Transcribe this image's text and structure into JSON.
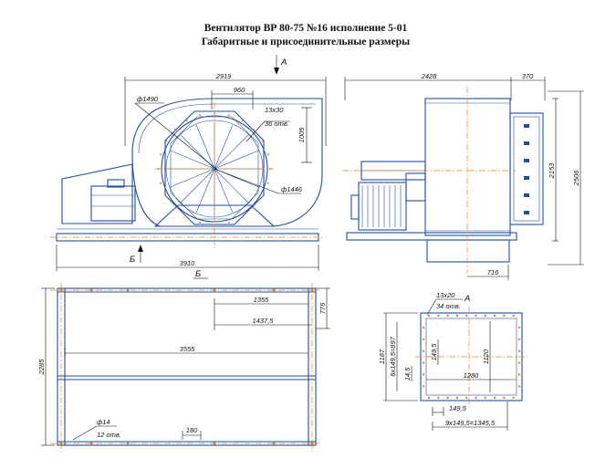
{
  "title": {
    "line1": "Вентилятор ВР 80-75 №16 исполнение 5-01",
    "line2": "Габаритные и присоединительные размеры"
  },
  "view_marks": {
    "a_top": "А",
    "b_side": "Б",
    "b_plan": "Б",
    "a_flange": "А"
  },
  "front_view": {
    "width_total": "2919",
    "width_inlet": "960",
    "hole_size": "13х30",
    "hole_count": "36 отв.",
    "inlet_height": "1005",
    "dia_outer": "ф1490",
    "dia_inner": "ф1446",
    "base_length": "3910"
  },
  "side_view": {
    "width_main": "2428",
    "width_flange": "370",
    "height_inner": "2153",
    "height_total": "2506",
    "offset_bottom": "716"
  },
  "plan_view": {
    "width_total": "2285",
    "dim_1355": "1355",
    "dim_1437": "1437,5",
    "dim_776": "776",
    "dim_3555": "3555",
    "dim_180": "180",
    "hole_dia": "ф14",
    "hole_count": "12 отв."
  },
  "flange_view": {
    "hole_size": "13х20",
    "hole_count": "34 отв.",
    "height_1187": "1187",
    "series_vertical": "6х149,5=897",
    "pitch_v": "149,5",
    "pitch_v2": "14,5",
    "height_1120": "1120",
    "width_1280": "1280",
    "pitch_h": "149,5",
    "series_horizontal": "9х149,5=1345,5"
  }
}
